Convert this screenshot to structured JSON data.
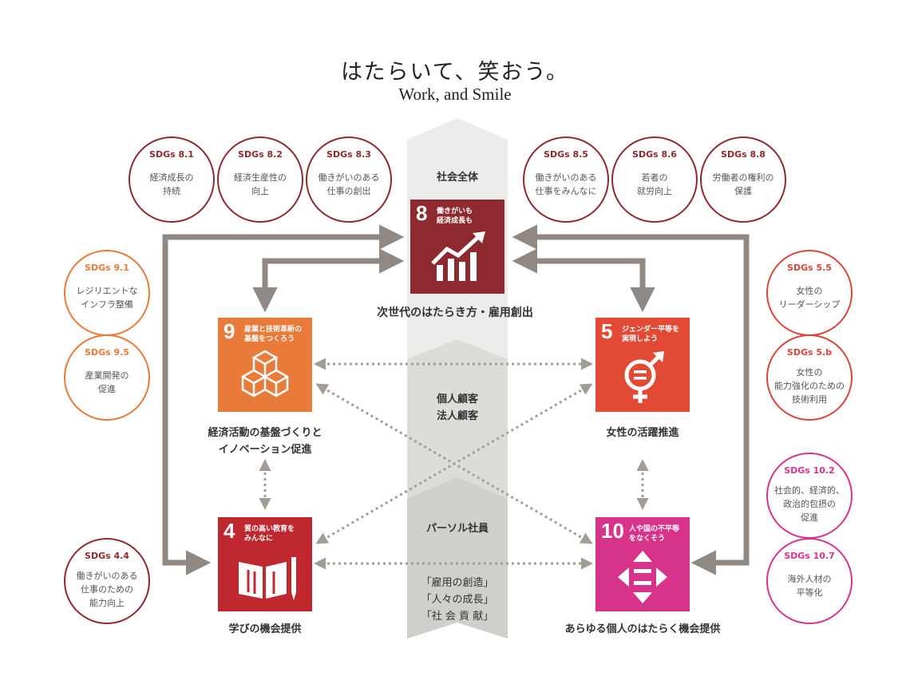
{
  "title": {
    "ja": "はたらいて、笑おう。",
    "en": "Work, and Smile"
  },
  "center_column": {
    "top_band": "社会全体",
    "middle_band": "個人顧客\n法人顧客",
    "lower_band": "パーソル社員",
    "values": "「雇用の創造」\n「人々の成長」\n「社 会 貢 献」"
  },
  "goals": [
    {
      "num": "8",
      "label": "働きがいも\n経済成長も",
      "color": "#8c2a30",
      "caption": "次世代のはたらき方・雇用創出",
      "icon": "growth-chart-icon"
    },
    {
      "num": "9",
      "label": "産業と技術革新の\n基盤をつくろう",
      "color": "#e87a3a",
      "caption": "経済活動の基盤づくりと\nイノベーション促進",
      "icon": "stacked-cubes-icon"
    },
    {
      "num": "5",
      "label": "ジェンダー平等を\n実現しよう",
      "color": "#e14b36",
      "caption": "女性の活躍推進",
      "icon": "gender-equality-icon"
    },
    {
      "num": "4",
      "label": "質の高い教育を\nみんなに",
      "color": "#c0282f",
      "caption": "学びの機会提供",
      "icon": "book-pencil-icon"
    },
    {
      "num": "10",
      "label": "人や国の不平等\nをなくそう",
      "color": "#d8338a",
      "caption": "あらゆる個人のはたらく機会提供",
      "icon": "equality-arrows-icon"
    }
  ],
  "targets": [
    {
      "code": "SDGs 8.1",
      "text": "経済成長の\n持続"
    },
    {
      "code": "SDGs 8.2",
      "text": "経済生産性の\n向上"
    },
    {
      "code": "SDGs 8.3",
      "text": "働きがいのある\n仕事の創出"
    },
    {
      "code": "SDGs 8.5",
      "text": "働きがいのある\n仕事をみんなに"
    },
    {
      "code": "SDGs 8.6",
      "text": "若者の\n就労向上"
    },
    {
      "code": "SDGs 8.8",
      "text": "労働者の権利の\n保護"
    },
    {
      "code": "SDGs 9.1",
      "text": "レジリエントな\nインフラ整備"
    },
    {
      "code": "SDGs 9.5",
      "text": "産業開発の\n促進"
    },
    {
      "code": "SDGs 4.4",
      "text": "働きがいのある\n仕事のための\n能力向上"
    },
    {
      "code": "SDGs 5.5",
      "text": "女性の\nリーダーシップ"
    },
    {
      "code": "SDGs 5.b",
      "text": "女性の\n能力強化のための\n技術利用"
    },
    {
      "code": "SDGs 10.2",
      "text": "社会的、経済的、\n政治的包摂の\n促進"
    },
    {
      "code": "SDGs 10.7",
      "text": "海外人材の\n平等化"
    }
  ],
  "colors": {
    "arrow": "#8f8883",
    "dotted": "#a39d98",
    "band_light": "#ececea",
    "band_mid": "#dcdcd9",
    "band_dark": "#cfcfcc"
  }
}
